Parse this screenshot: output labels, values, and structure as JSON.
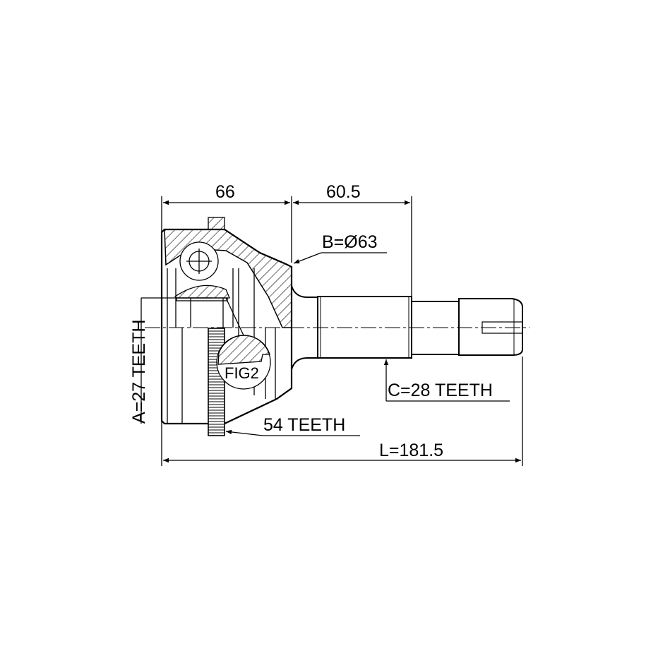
{
  "drawing": {
    "title": "CV joint outer dimension drawing",
    "dimensions": {
      "body_length": "66",
      "shaft_length": "60.5",
      "total_length": "L=181.5"
    },
    "callouts": {
      "outer_diameter": "B=Ø63",
      "inner_spline": "A=27 TEETH",
      "outer_spline": "C=28 TEETH",
      "abs_ring": "54 TEETH",
      "detail": "FIG2"
    },
    "colors": {
      "line": "#000000",
      "background": "#ffffff"
    }
  }
}
